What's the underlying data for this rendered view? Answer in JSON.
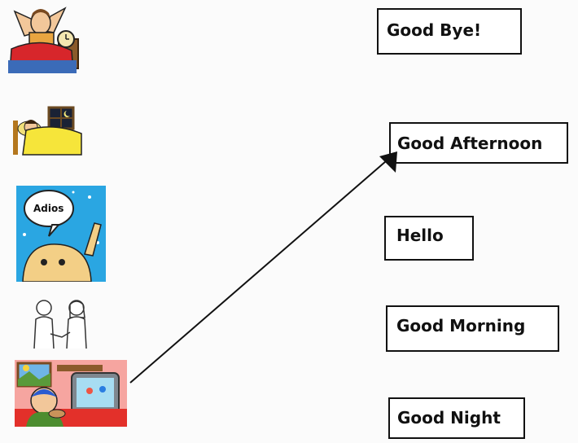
{
  "worksheet": {
    "pictures": [
      {
        "id": "waking-up"
      },
      {
        "id": "sleeping"
      },
      {
        "id": "waving-goodbye",
        "speech_text": "Adios"
      },
      {
        "id": "handshake"
      },
      {
        "id": "watching-tv"
      }
    ],
    "answers": [
      {
        "label": "Good Bye!"
      },
      {
        "label": "Good Afternoon"
      },
      {
        "label": "Hello"
      },
      {
        "label": "Good Morning"
      },
      {
        "label": "Good Night"
      }
    ],
    "connection": {
      "from_picture": "watching-tv",
      "to_answer": "Good Afternoon"
    }
  }
}
